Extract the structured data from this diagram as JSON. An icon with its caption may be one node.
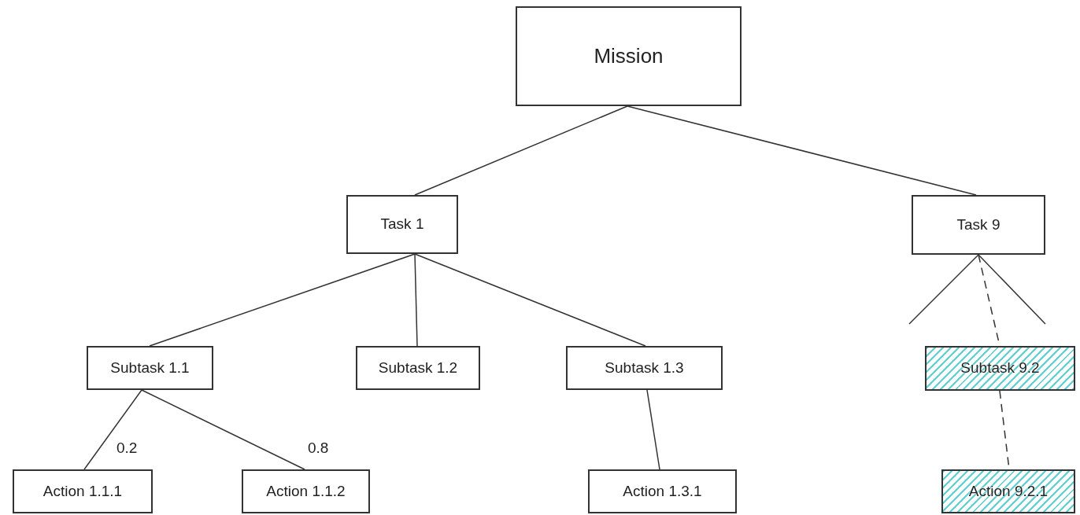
{
  "diagram": {
    "nodes": [
      {
        "text": [
          "Mission"
        ]
      },
      {
        "text": [
          "Task 1"
        ]
      },
      {
        "text": [
          "Task 9"
        ]
      },
      {
        "text": [
          "Subtask 1.1"
        ]
      },
      {
        "text": [
          "Subtask 1.2"
        ]
      },
      {
        "text": [
          "Subtask 1.3"
        ]
      },
      {
        "text": [
          "Subtask 9.2"
        ]
      },
      {
        "text": [
          "Action 1.1.1"
        ]
      },
      {
        "text": [
          "Action 1.1.2"
        ]
      },
      {
        "text": [
          "Action 1.3.1"
        ]
      },
      {
        "text": [
          "Action 9.2.1"
        ]
      }
    ],
    "edges": [
      {
        "from": 0,
        "to": 1,
        "arrow": "none"
      },
      {
        "from": 0,
        "to": 2,
        "arrow": "none"
      },
      {
        "from": 1,
        "to": 3,
        "arrow": "none"
      },
      {
        "from": 1,
        "to": 4,
        "arrow": "none"
      },
      {
        "from": 1,
        "to": 5,
        "arrow": "none"
      },
      {
        "from": 3,
        "to": 7,
        "label": "0.2",
        "arrow": "none"
      },
      {
        "from": 3,
        "to": 8,
        "label": "0.8",
        "arrow": "none"
      },
      {
        "from": 5,
        "to": 9,
        "arrow": "none"
      },
      {
        "from": 2,
        "to": null,
        "arrow": "none"
      },
      {
        "from": 2,
        "to": 6,
        "arrow": "none",
        "style": "dashed"
      },
      {
        "from": 2,
        "to": null,
        "arrow": "none"
      },
      {
        "from": 6,
        "to": 10,
        "arrow": "none",
        "style": "dashed"
      }
    ]
  }
}
